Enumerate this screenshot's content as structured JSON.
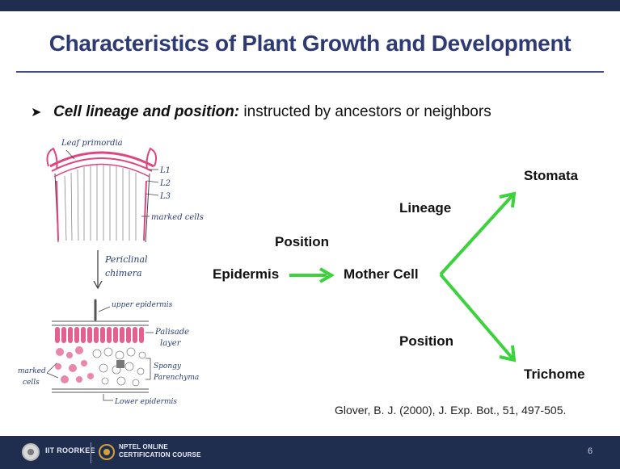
{
  "slide": {
    "title": "Characteristics of Plant Growth and Development",
    "bullet": {
      "bold_label": "Cell lineage and position:",
      "text": " instructed by ancestors or neighbors"
    },
    "flow": {
      "epidermis": "Epidermis",
      "position_top": "Position",
      "mother_cell": "Mother Cell",
      "lineage": "Lineage",
      "stomata": "Stomata",
      "position_bottom": "Position",
      "trichome": "Trichome"
    },
    "sketch_top": {
      "leaf_primordia": "Leaf primordia",
      "l1": "L1",
      "l2": "L2",
      "l3": "L3",
      "marked_cells": "marked cells"
    },
    "sketch_mid": {
      "periclinal": "Periclinal",
      "chimera": "chimera"
    },
    "sketch_bottom": {
      "upper_epidermis": "upper epidermis",
      "palisade": "Palisade",
      "layer": "layer",
      "spongy": "Spongy",
      "parenchyma": "Parenchyma",
      "lower_epidermis": "Lower epidermis",
      "marked": "marked",
      "cells": "cells"
    },
    "citation": "Glover, B. J. (2000), J. Exp. Bot., 51, 497-505.",
    "colors": {
      "title": "#2e3a73",
      "arrow": "#3cd23c",
      "pink": "#e0457f",
      "bar": "#1f2d4f"
    }
  },
  "footer": {
    "org": "IIT ROORKEE",
    "course_line1": "NPTEL ONLINE",
    "course_line2": "CERTIFICATION COURSE",
    "page_number": "6"
  }
}
